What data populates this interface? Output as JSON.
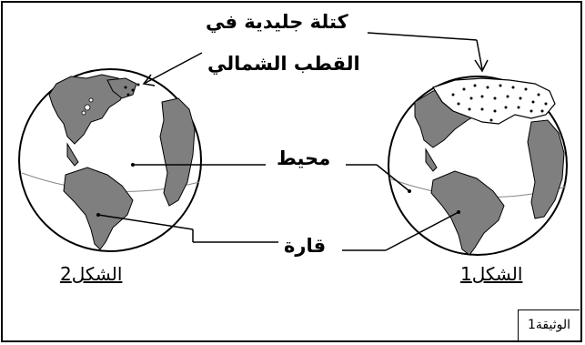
{
  "labels": {
    "ice_mass_line1": "كتلة جليدية في",
    "ice_mass_line2": "القطب الشمالي",
    "ocean": "محيط",
    "continent": "قارة"
  },
  "figures": {
    "figure2": "الشكل2",
    "figure1": "الشكل1"
  },
  "document": "الوثيقة1",
  "colors": {
    "land": "#7f7f7f",
    "ice_fill": "#ffffff",
    "outline": "#000000"
  }
}
